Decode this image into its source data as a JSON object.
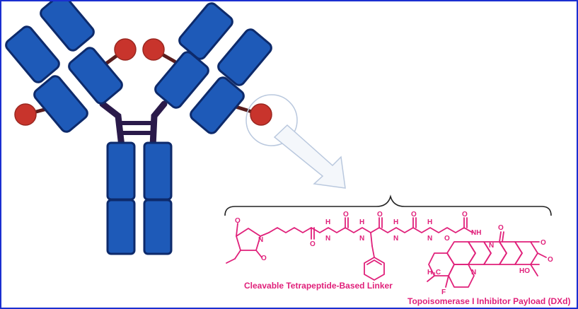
{
  "labels": {
    "linker": "Cleavable Tetrapeptide-Based Linker",
    "payload": "Topoisomerase I Inhibitor Payload (DXd)"
  },
  "structure_text": {
    "o": "O",
    "n": "N",
    "h": "H",
    "nh": "NH",
    "ho": "HO",
    "h3c": "H₃C",
    "f": "F"
  },
  "colors": {
    "frame_border": "#1a2fd0",
    "antibody_fill": "#1e5ab8",
    "antibody_stroke": "#0d2a6b",
    "hinge": "#2a1a4a",
    "payload_ball": "#c8342c",
    "chemistry": "#e0207a",
    "callout_arrow": "#b9c8de"
  }
}
